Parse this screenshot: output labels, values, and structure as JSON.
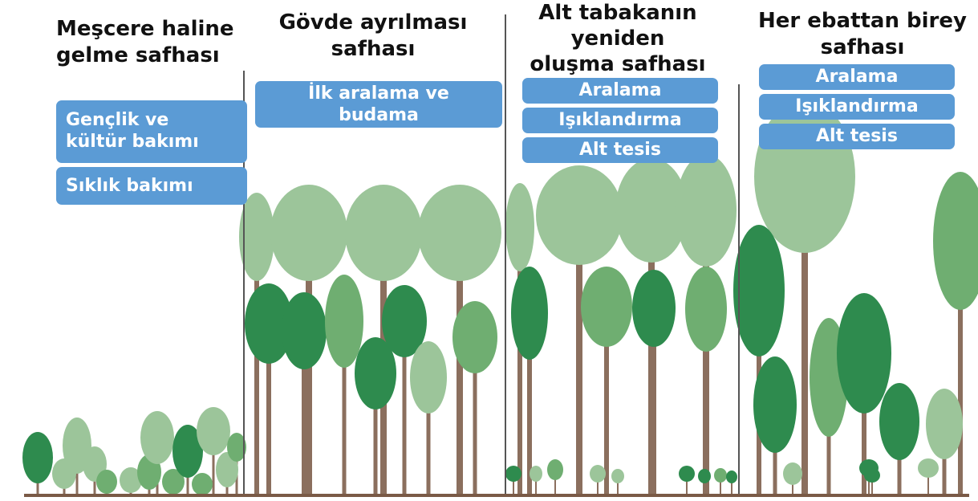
{
  "stages": [
    {
      "title_lines": [
        "Meşcere haline",
        "gelme safhası"
      ],
      "boxes": [
        {
          "lines": [
            "Gençlik ve",
            "kültür bakımı"
          ]
        },
        {
          "lines": [
            "Sıklık bakımı"
          ]
        }
      ]
    },
    {
      "title_lines": [
        "Gövde ayrılması",
        "safhası"
      ],
      "boxes": [
        {
          "lines": [
            "İlk aralama ve",
            "budama"
          ]
        }
      ]
    },
    {
      "title_lines": [
        "Alt tabakanın",
        "yeniden",
        "oluşma safhası"
      ],
      "boxes": [
        {
          "lines": [
            "Aralama"
          ]
        },
        {
          "lines": [
            "Işıklandırma"
          ]
        },
        {
          "lines": [
            "Alt tesis"
          ]
        }
      ]
    },
    {
      "title_lines": [
        "Her ebattan birey",
        "safhası"
      ],
      "boxes": [
        {
          "lines": [
            "Aralama"
          ]
        },
        {
          "lines": [
            "Işıklandırma"
          ]
        },
        {
          "lines": [
            "Alt tesis"
          ]
        }
      ]
    }
  ],
  "colors": {
    "box": "#5b9bd5",
    "tree_light": "#9cc59a",
    "tree_mid": "#6fae71",
    "tree_dark": "#2e8b4e",
    "trunk": "#8b6f5e",
    "ground": "#7a5a46",
    "divider": "#555555"
  }
}
